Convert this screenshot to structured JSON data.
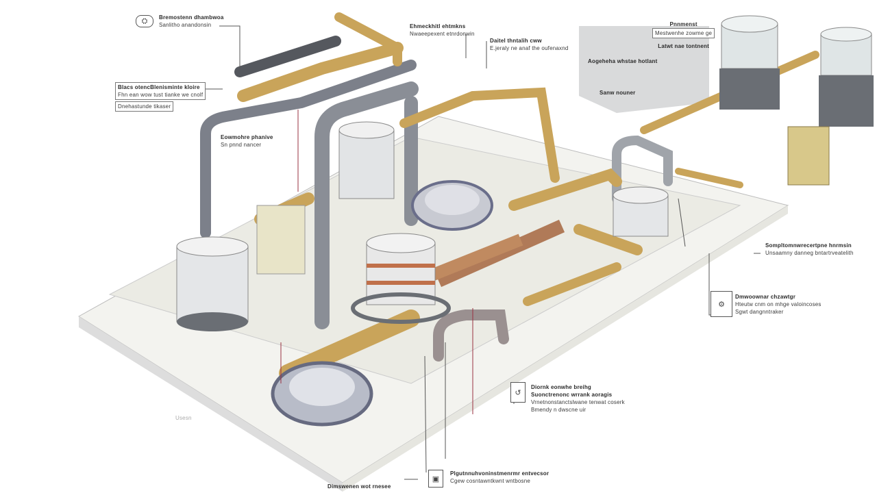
{
  "colors": {
    "pipe_tan": "#c9a45a",
    "pipe_grey": "#7c808a",
    "pipe_copper": "#b07a58",
    "tank": "#e4e6e8",
    "platform": "#f2f2ee",
    "leader": "#555555",
    "accent_red": "#9a3040"
  },
  "labels": [
    {
      "id": "top-left",
      "title": "Bremostenn dhambwoa",
      "lines": [
        "Sanlitho anandonsin"
      ],
      "icon": "valve-icon"
    },
    {
      "id": "left-mid",
      "title": "Blacs otencBlenisminte kloire",
      "lines": [
        "Fhn ean wow tust tianke we cnolf",
        "Dnehastunde tikaser"
      ]
    },
    {
      "id": "left-pipe",
      "title": "Eowmohre phanive",
      "lines": [
        "Sn pnnd nancer"
      ]
    },
    {
      "id": "top-center",
      "title": "Ehmeckhitl ehtmkns",
      "lines": [
        "Nwaeepexent etnrdonwin"
      ]
    },
    {
      "id": "top-center-2",
      "title": "Daitel thntalih cww",
      "lines": [
        "E.jeraly ne anaf the oufenaxnd"
      ]
    },
    {
      "id": "inset",
      "title": "Aogeheha whstae hotlant",
      "lines": [
        "Sanw nouner"
      ]
    },
    {
      "id": "top-right",
      "title": "Pnnmenst",
      "lines": [
        "Mestwenhe zowme ge",
        "Latwt nae tontnent"
      ]
    },
    {
      "id": "right-mid",
      "title": "Sompltomnwrecertpne hnrmsin",
      "lines": [
        "Unsaamny danneg bntartrveatelith"
      ]
    },
    {
      "id": "right-lower",
      "title": "Dmwoownar chzawtgr",
      "lines": [
        "Hteutw cnm on mhge valoincoses",
        "Sgwt dangnntraker"
      ],
      "icon": "gear-icon"
    },
    {
      "id": "bottom-right",
      "title": "Diornk eonwhe breihg",
      "lines": [
        "Suonctrenonc wrrank aoragis",
        "Vrnetnonstanctslwane tenwat coserk",
        "Bmendy n dwscne uir"
      ],
      "icon": "hook-icon"
    },
    {
      "id": "bottom-center",
      "title": "Plgutnnuhvoninstmenrmr entvecsor",
      "lines": [
        "Cgew cosntawntkwnt wntbosne"
      ],
      "icon": "meter-icon"
    },
    {
      "id": "bottom",
      "title": "Dimswenen wot rnesee",
      "lines": []
    },
    {
      "id": "floor",
      "title": "Usesn",
      "lines": []
    }
  ]
}
